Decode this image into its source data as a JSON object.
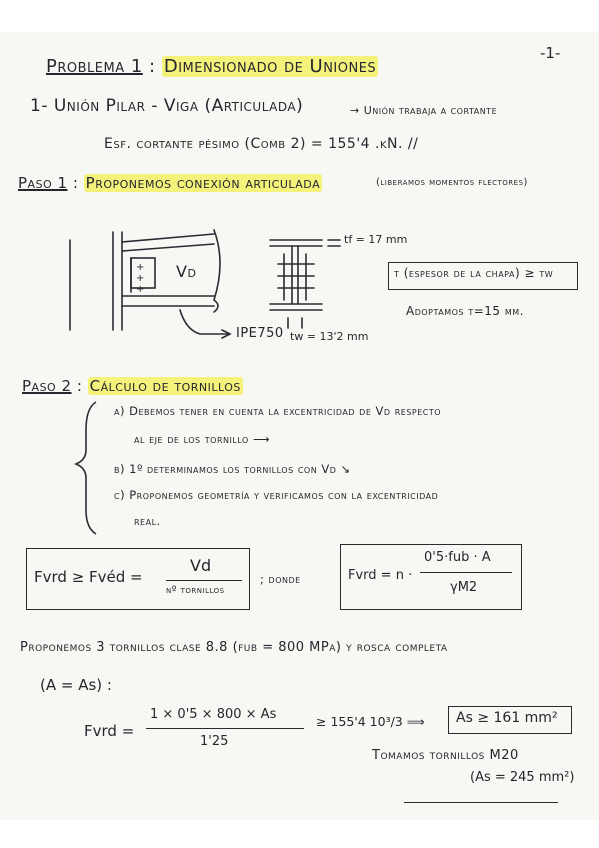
{
  "page_number": "-1-",
  "title": {
    "prefix": "Problema 1",
    "colon": ":",
    "topic": "Dimensionado de Uniones"
  },
  "section1": {
    "heading": "1- Unión Pilar - Viga (Articulada)",
    "arrow_note": "→ Unión trabaja a cortante",
    "shear": "Esf. cortante pésimo (Comb 2) = 155'4 .kN. //"
  },
  "step1": {
    "label": "Paso 1",
    "colon": ":",
    "title": "Proponemos conexión articulada",
    "note": "(liberamos momentos flectores)",
    "diagram": {
      "vd_label": "Vd",
      "profile_label": "IPE750",
      "tf_label": "tf = 17 mm",
      "tw_label": "tw = 13'2 mm",
      "condition": "t (espesor de la chapa) ≥ tw",
      "adopted": "Adoptamos t=15 mm."
    }
  },
  "step2": {
    "label": "Paso 2",
    "colon": ":",
    "title": "Cálculo de tornillos",
    "items": [
      {
        "a": "a) Debemos tener en cuenta la excentricidad de Vd respecto",
        "b": "al eje de los tornillo ⟶"
      },
      {
        "a": "b) 1º determinamos los tornillos con Vd ↘"
      },
      {
        "a": "c) Proponemos geometría y verificamos con la excentricidad",
        "b": "real."
      }
    ],
    "formula1": {
      "lhs": "Fvrd ≥ Fvéd =",
      "num": "Vd",
      "den": "nº tornillos"
    },
    "donde": "; donde",
    "formula2": {
      "lhs": "Fvrd = n ·",
      "num": "0'5·fub · A",
      "den": "γM2"
    }
  },
  "proposal": {
    "line1": "Proponemos 3 tornillos clase 8.8 (fub = 800 MPa) y rosca completa",
    "line2": "(A = As) :",
    "calc_lhs": "Fvrd =",
    "calc_num": "1 × 0'5 × 800 × As",
    "calc_den": "1'25",
    "calc_rhs": "≥ 155'4 10³/3 ⟹",
    "result": "As ≥ 161 mm²",
    "bolt": "Tomamos tornillos M20",
    "area": "(As = 245 mm²)"
  },
  "colors": {
    "highlight": "#f4f27a",
    "ink": "#26262e",
    "paper": "#f7f7f4"
  }
}
